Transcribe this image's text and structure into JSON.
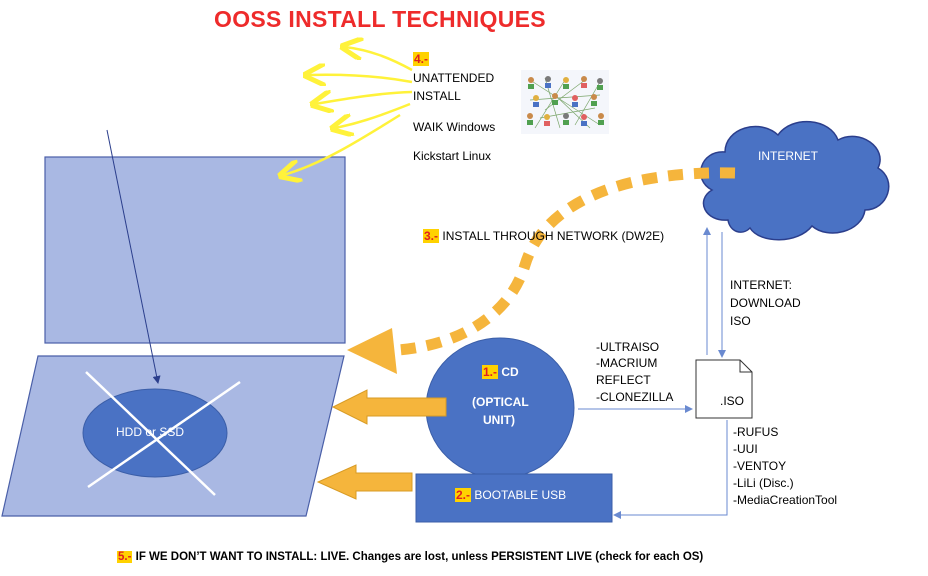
{
  "title": "OOSS INSTALL TECHNIQUES",
  "step4": {
    "number": "4.-",
    "line1": "UNATTENDED",
    "line2": "INSTALL",
    "waik": "WAIK Windows",
    "kickstart": "Kickstart Linux"
  },
  "internet": {
    "cloud_label": "INTERNET",
    "download_line1": "INTERNET:",
    "download_line2": "DOWNLOAD",
    "download_line3": "ISO"
  },
  "step3": {
    "number": "3.-",
    "label": "INSTALL THROUGH NETWORK (DW2E)"
  },
  "step1": {
    "number": "1.-",
    "label": "CD",
    "sub1": "(OPTICAL",
    "sub2": "UNIT)"
  },
  "step2": {
    "number": "2.-",
    "label": "BOOTABLE USB"
  },
  "disk": {
    "label": "HDD or SSD"
  },
  "iso": {
    "label": ".ISO"
  },
  "iso_tools": [
    "-ULTRAISO",
    "-MACRIUM",
    "REFLECT",
    "-CLONEZILLA"
  ],
  "usb_tools": [
    "-RUFUS",
    "-UUI",
    "-VENTOY",
    "-LiLi (Disc.)",
    "-MediaCreationTool"
  ],
  "step5": {
    "number": "5.-",
    "text": "IF WE DON’T WANT TO INSTALL: LIVE. Changes are lost, unless PERSISTENT LIVE (check for each OS)"
  },
  "colors": {
    "title": "#ee2b2b",
    "highlight": "#ffd200",
    "screen": "#a9b8e3",
    "blue_shape": "#4a72c4",
    "arrow_orange": "#f5b53c",
    "arrow_yellow": "#fff23a",
    "thin_line": "#6a8ad0"
  }
}
